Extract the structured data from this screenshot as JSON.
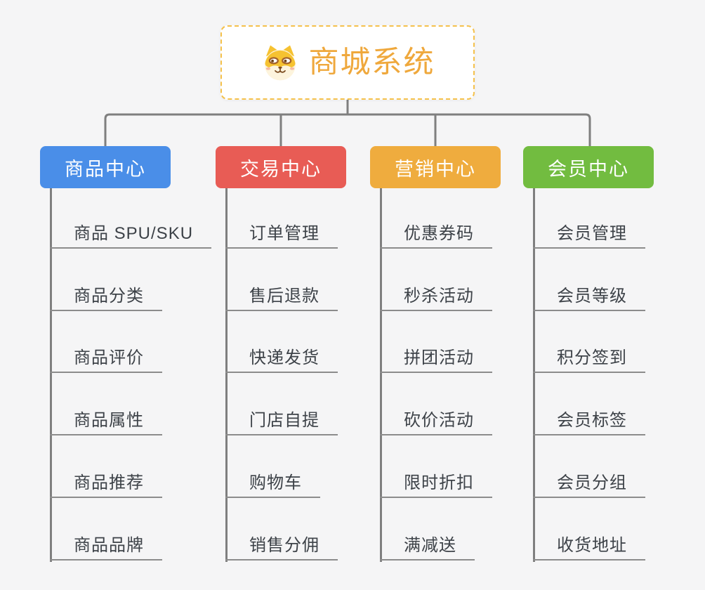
{
  "app": {
    "background_color": "#f5f5f6",
    "connector_color": "#7f7f7f",
    "underline_color": "#8c8c8c",
    "leaf_text_color": "#3d4248"
  },
  "root": {
    "label": "商城系统",
    "icon": "dog-face-icon",
    "text_color": "#efa83c",
    "border_color": "#f5c14b"
  },
  "branches": [
    {
      "label": "商品中心",
      "color": "#4a8ee8",
      "items": [
        "商品 SPU/SKU",
        "商品分类",
        "商品评价",
        "商品属性",
        "商品推荐",
        "商品品牌"
      ]
    },
    {
      "label": "交易中心",
      "color": "#e85c55",
      "items": [
        "订单管理",
        "售后退款",
        "快递发货",
        "门店自提",
        "购物车",
        "销售分佣"
      ]
    },
    {
      "label": "营销中心",
      "color": "#efac3e",
      "items": [
        "优惠券码",
        "秒杀活动",
        "拼团活动",
        "砍价活动",
        "限时折扣",
        "满减送"
      ]
    },
    {
      "label": "会员中心",
      "color": "#72bc40",
      "items": [
        "会员管理",
        "会员等级",
        "积分签到",
        "会员标签",
        "会员分组",
        "收货地址"
      ]
    }
  ]
}
